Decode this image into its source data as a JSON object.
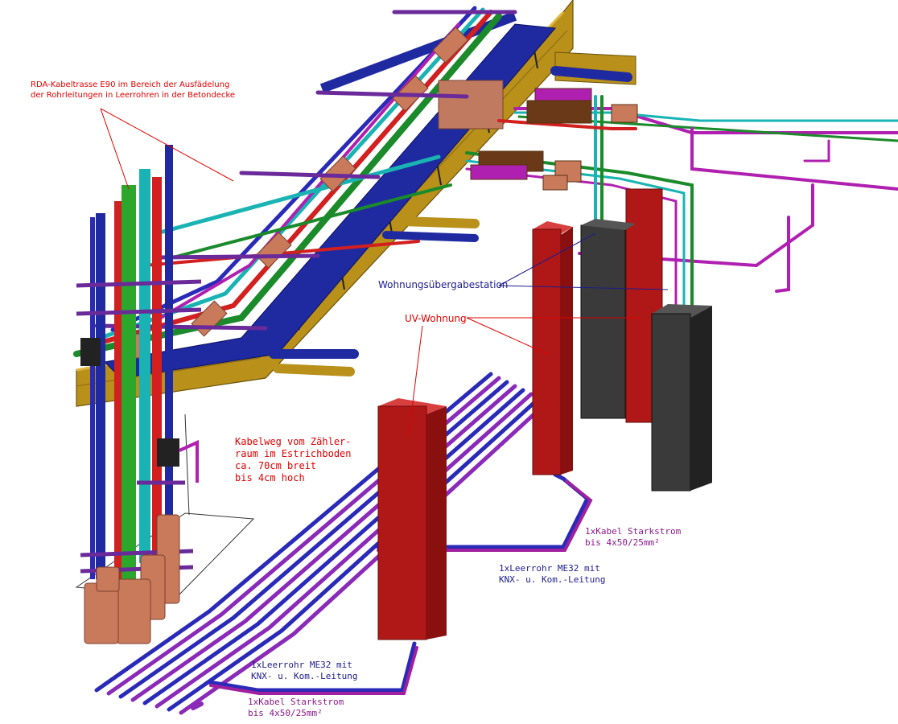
{
  "labels": {
    "rda_line1": "RDA-Kabeltrasse E90 im Bereich der Ausfädelung",
    "rda_line2": "der Rohrleitungen in Leerrohren in der Betondecke",
    "wohnung_station": "Wohnungsübergabestation",
    "uv_wohnung": "UV-Wohnung",
    "kabelweg_line1": "Kabelweg vom Zähler-",
    "kabelweg_line2": "raum im Estrichboden",
    "kabelweg_line3": "ca. 70cm breit",
    "kabelweg_line4": "bis 4cm hoch",
    "kabel_right_line1": "1xKabel Starkstrom",
    "kabel_right_line2": "bis 4x50/25mm²",
    "leerrohr_mid_line1": "1xLeerrohr ME32 mit",
    "leerrohr_mid_line2": "KNX- u. Kom.-Leitung",
    "leerrohr_bot_line1": "1xLeerrohr ME32 mit",
    "leerrohr_bot_line2": "KNX- u. Kom.-Leitung",
    "kabel_bot_line1": "1xKabel Starkstrom",
    "kabel_bot_line2": "bis 4x50/25mm²"
  },
  "colors": {
    "duct_ochre": "#b8901a",
    "duct_blue": "#1f2aa0",
    "pipe_green": "#1a8a2a",
    "pipe_red": "#d21f1f",
    "pipe_cyan": "#1ab3b3",
    "pipe_magenta": "#b020b0",
    "insulation_copper": "#c87a5a",
    "uv_red": "#b01818",
    "station_dark": "#3a3a3a",
    "label_red": "#e00000",
    "label_navy": "#1c1c8c",
    "label_purple": "#8a1a8a"
  }
}
